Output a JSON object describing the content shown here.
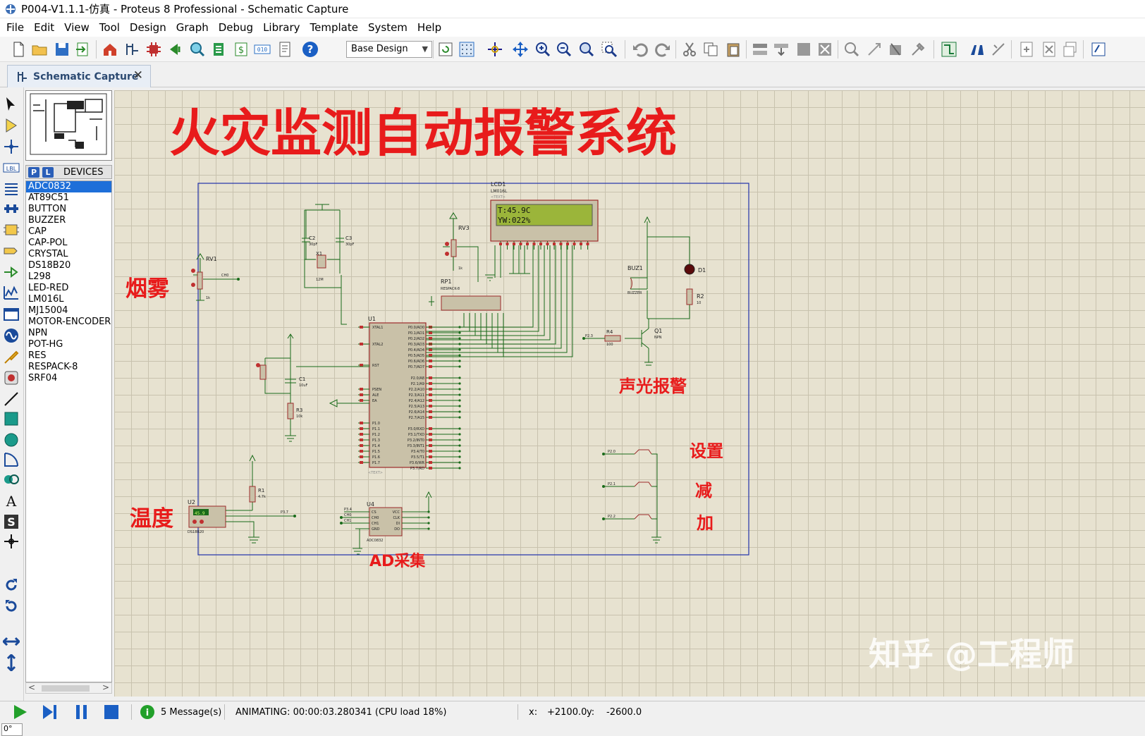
{
  "window": {
    "title": "P004-V1.1.1-仿真 - Proteus 8 Professional - Schematic Capture"
  },
  "menu": [
    "File",
    "Edit",
    "View",
    "Tool",
    "Design",
    "Graph",
    "Debug",
    "Library",
    "Template",
    "System",
    "Help"
  ],
  "toolbar": {
    "design_select": "Base Design"
  },
  "tab": {
    "label": "Schematic Capture",
    "close": "✕"
  },
  "devices_panel": {
    "p_label": "P",
    "l_label": "L",
    "title": "DEVICES",
    "selected_index": 0,
    "items": [
      "ADC0832",
      "AT89C51",
      "BUTTON",
      "BUZZER",
      "CAP",
      "CAP-POL",
      "CRYSTAL",
      "DS18B20",
      "L298",
      "LED-RED",
      "LM016L",
      "MJ15004",
      "MOTOR-ENCODER",
      "NPN",
      "POT-HG",
      "RES",
      "RESPACK-8",
      "SRF04"
    ]
  },
  "left_tools": {
    "rotation_angle": "0°"
  },
  "schematic": {
    "heading": "火灾监测自动报警系统",
    "labels": {
      "smoke": "烟雾",
      "temperature": "温度",
      "sound_light_alarm": "声光报警",
      "ad_acquisition": "AD采集",
      "setup": "设置",
      "decrease": "减",
      "increase": "加"
    },
    "lcd": {
      "ref": "LCD1",
      "part": "LM016L",
      "line1": "T:45.9C",
      "line2": "YW:022%"
    },
    "components": {
      "u1": "U1",
      "u1_text": "<TEXT>",
      "u2": "U2",
      "u2_part": "DS18B20",
      "u2_readout": "45.9",
      "u4": "U4",
      "u4_part": "ADC0832",
      "rv1": "RV1",
      "rv1_val": "1k",
      "rv3": "RV3",
      "rv3_val": "1k",
      "c1": "C1",
      "c1_val": "10uF",
      "c2": "C2",
      "c2_val": "30pF",
      "c3": "C3",
      "c3_val": "30pF",
      "x1": "X1",
      "x1_val": "12M",
      "r1": "R1",
      "r1_val": "4.7k",
      "r2": "R2",
      "r2_val": "10",
      "r3": "R3",
      "r3_val": "10k",
      "r4": "R4",
      "r4_val": "100",
      "rp1": "RP1",
      "rp1_part": "RESPACK-8",
      "buz1": "BUZ1",
      "buz1_part": "BUZZER",
      "q1": "Q1",
      "q1_part": "NPN",
      "d1": "D1",
      "text_placeholder": "<TEXT>"
    },
    "u1_left_pins": [
      "XTAL1",
      "XTAL2",
      "RST",
      "PSEN",
      "ALE",
      "EA",
      "P1.0",
      "P1.1",
      "P1.2",
      "P1.3",
      "P1.4",
      "P1.5",
      "P1.6",
      "P1.7"
    ],
    "u1_right_pins": [
      "P0.0/AD0",
      "P0.1/AD1",
      "P0.2/AD2",
      "P0.3/AD3",
      "P0.4/AD4",
      "P0.5/AD5",
      "P0.6/AD6",
      "P0.7/AD7",
      "P2.0/A8",
      "P2.1/A9",
      "P2.2/A10",
      "P2.3/A11",
      "P2.4/A12",
      "P2.5/A13",
      "P2.6/A14",
      "P2.7/A15",
      "P3.0/RXD",
      "P3.1/TXD",
      "P3.2/INT0",
      "P3.3/INT1",
      "P3.4/T0",
      "P3.5/T1",
      "P3.6/WR",
      "P3.7/RD"
    ],
    "u4_left_pins": [
      "CS",
      "CH0",
      "CH1",
      "GND"
    ],
    "u4_right_pins": [
      "VCC",
      "CLK",
      "DI",
      "DO"
    ],
    "net_labels": {
      "p20": "P2.0",
      "p21": "P2.1",
      "p22": "P2.2",
      "p23": "P2.3",
      "p37": "P3.7",
      "p34": "P3.4",
      "ch0": "CH0",
      "ch1": "CH1"
    },
    "watermark": "知乎 @工程师"
  },
  "status": {
    "messages": "5 Message(s)",
    "animating": "ANIMATING: 00:00:03.280341 (CPU load 18%)",
    "x_label": "x:",
    "x_value": "+2100.0",
    "y_label": "y:",
    "y_value": "-2600.0"
  },
  "colors": {
    "canvas_bg": "#e7e2d0",
    "grid": "#c8c2ae",
    "wire": "#1a6b1a",
    "component": "#9c2a2a",
    "annotation_red": "#e81b1b",
    "lcd_bg": "#9bb53a",
    "selection": "#1e6fd9"
  }
}
